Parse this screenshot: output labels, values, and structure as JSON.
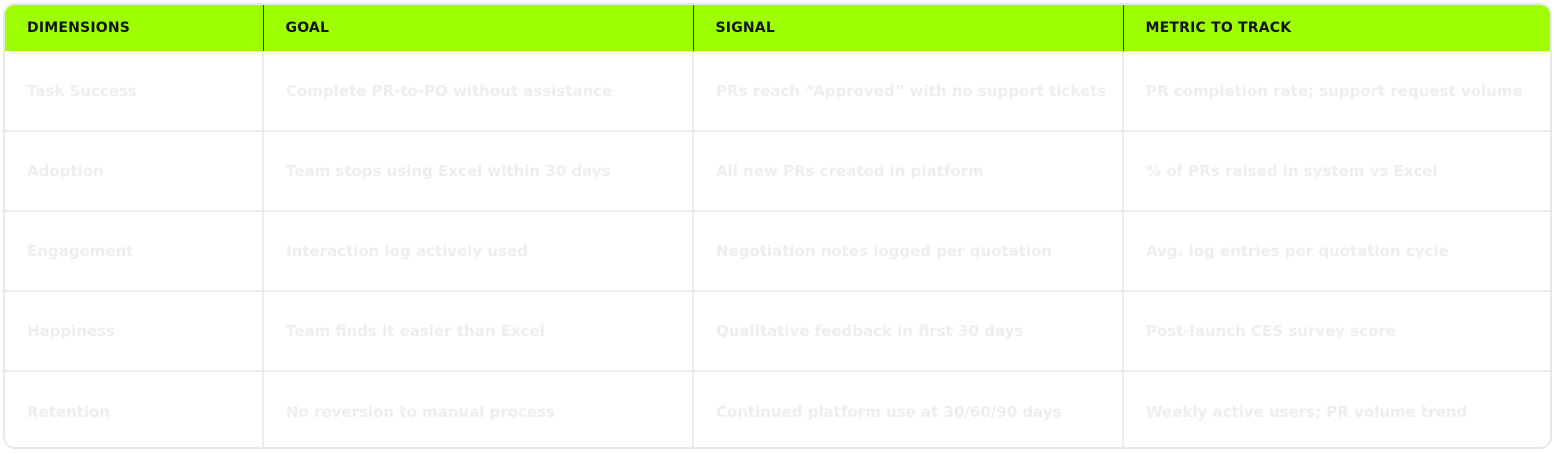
{
  "table": {
    "headers": [
      "DIMENSIONS",
      "GOAL",
      "SIGNAL",
      "METRIC TO TRACK"
    ],
    "rows": [
      [
        "Task Success",
        "Complete PR-to-PO without assistance",
        "PRs reach “Approved” with no support tickets",
        "PR completion rate; support request volume"
      ],
      [
        "Adoption",
        "Team stops using Excel within 30 days",
        "All new PRs created in platform",
        "% of PRs raised in system vs Excel"
      ],
      [
        "Engagement",
        "Interaction log actively used",
        "Negotiation notes logged per quotation",
        "Avg. log entries per quotation cycle"
      ],
      [
        "Happiness",
        "Team finds it easier than Excel",
        "Qualitative feedback in first 30 days",
        "Post-launch CES survey score"
      ],
      [
        "Retention",
        "No reversion to manual process",
        "Continued platform use at 30/60/90 days",
        "Weekly active users; PR volume trend"
      ]
    ]
  },
  "colors": {
    "header_bg": "#9dff00",
    "header_text": "#111111",
    "body_text": "#eeeeee",
    "border": "#ececec"
  }
}
